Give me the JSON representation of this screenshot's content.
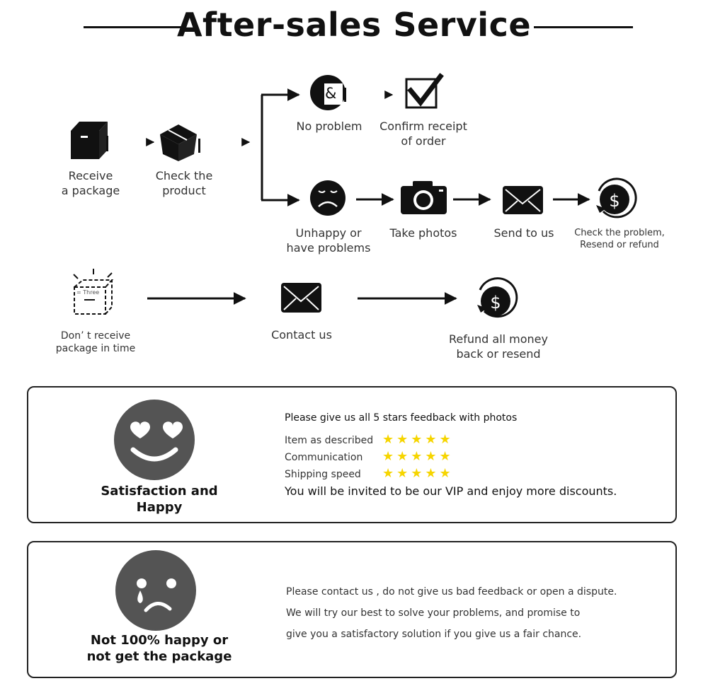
{
  "title": "After-sales Service",
  "flow": {
    "receive": "Receive\na package",
    "check": "Check the\nproduct",
    "no_problem": "No problem",
    "confirm": "Confirm receipt\nof order",
    "unhappy": "Unhappy or\nhave problems",
    "take_photos": "Take photos",
    "send_to_us": "Send to us",
    "check_problem": "Check the problem,\nResend or refund",
    "dont_receive": "Don’ t receive\npackage in time",
    "contact_us": "Contact us",
    "refund": "Refund all money\nback or resend",
    "icon_glitch_text": "&",
    "box_tag_text": "= Three"
  },
  "icons": {
    "receive": "open-box-icon",
    "check": "box-icon",
    "no_problem": "smile-face-icon",
    "confirm": "checkbox-icon",
    "unhappy": "sad-face-icon",
    "take_photos": "camera-icon",
    "send_to_us": "envelope-icon",
    "check_problem": "dollar-refund-icon",
    "dont_receive": "dashed-box-icon",
    "contact_us": "envelope-icon",
    "refund": "dollar-refund-icon"
  },
  "happy_panel": {
    "caption": "Satisfaction and Happy",
    "feedback_title": "Please give us all 5 stars feedback with photos",
    "ratings": [
      {
        "label": "Item as described",
        "stars": "★★★★★"
      },
      {
        "label": "Communication",
        "stars": "★★★★★"
      },
      {
        "label": "Shipping speed",
        "stars": "★★★★★"
      }
    ],
    "vip_text": "You will be invited to be our VIP and enjoy more discounts."
  },
  "sad_panel": {
    "caption": "Not 100% happy or\nnot get the package",
    "lines": [
      "Please contact us , do not give us bad feedback or open a dispute.",
      "We will try our best to solve your problems, and promise to",
      "give you a satisfactory solution if you give us a fair chance."
    ]
  },
  "colors": {
    "face": "#545454",
    "star": "#f6d500",
    "ink": "#111111"
  }
}
